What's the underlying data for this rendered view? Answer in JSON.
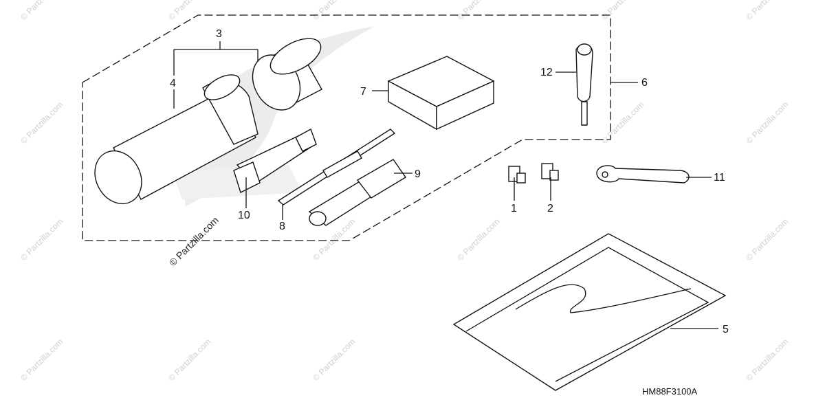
{
  "diagram": {
    "code": "HM88F3100A",
    "watermark": "© Partzilla.com",
    "callouts": {
      "c1": "1",
      "c2": "2",
      "c3": "3",
      "c4": "4",
      "c5": "5",
      "c6": "6",
      "c7": "7",
      "c8": "8",
      "c9": "9",
      "c10": "10",
      "c11": "11",
      "c12": "12"
    }
  }
}
